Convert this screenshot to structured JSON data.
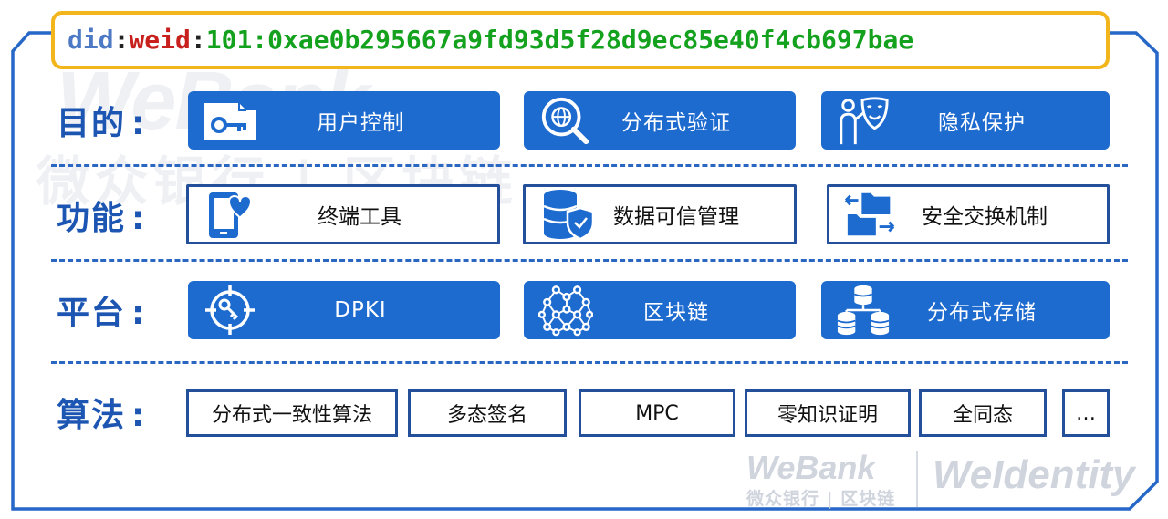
{
  "did": {
    "scheme": "did",
    "sep1": ":",
    "method": "weid",
    "sep2": ":",
    "identifier": "101:0xae0b295667a9fd93d5f28d9ec85e40f4cb697bae"
  },
  "watermarks": {
    "brand_en": "WeBank",
    "brand_cn": "微众银行",
    "brand_sep": "|",
    "chain_cn": "区块链",
    "product": "WeIdentity"
  },
  "rows": {
    "purpose": {
      "label": "目的",
      "colon": ":",
      "items": [
        {
          "label": "用户控制",
          "icon": "key-card-icon"
        },
        {
          "label": "分布式验证",
          "icon": "magnifier-globe-icon"
        },
        {
          "label": "隐私保护",
          "icon": "mask-person-icon"
        }
      ]
    },
    "function": {
      "label": "功能",
      "colon": ":",
      "items": [
        {
          "label": "终端工具",
          "icon": "phone-heart-icon"
        },
        {
          "label": "数据可信管理",
          "icon": "database-shield-icon"
        },
        {
          "label": "安全交换机制",
          "icon": "folder-exchange-icon"
        }
      ]
    },
    "platform": {
      "label": "平台",
      "colon": ":",
      "items": [
        {
          "label": "DPKI",
          "icon": "target-key-icon"
        },
        {
          "label": "区块链",
          "icon": "network-nodes-icon"
        },
        {
          "label": "分布式存储",
          "icon": "database-tree-icon"
        }
      ]
    },
    "algorithm": {
      "label": "算法",
      "colon": ":",
      "items": [
        "分布式一致性算法",
        "多态签名",
        "MPC",
        "零知识证明",
        "全同态",
        "…"
      ]
    }
  },
  "colors": {
    "primary_blue": "#1e6bd0",
    "label_blue": "#1d56b2",
    "header_border": "#f2b61c",
    "did_blue": "#4e79c4",
    "did_red": "#c8201c",
    "did_green": "#14a21e"
  }
}
